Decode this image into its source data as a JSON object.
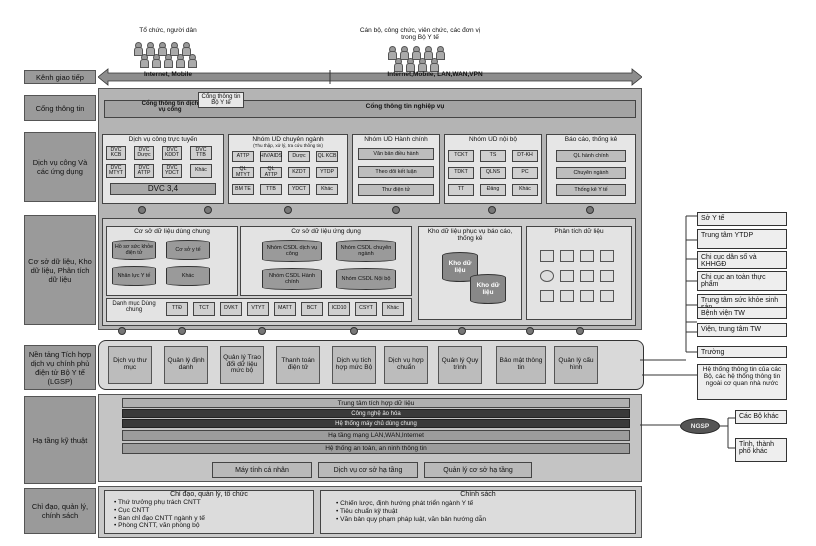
{
  "top": {
    "citizens": "Tổ chức, người dân",
    "staff": "Cán bộ, công chức, viên chức, các đơn vị trong Bộ Y tế"
  },
  "layers": {
    "channel": "Kênh giao tiếp",
    "portal": "Cổng thông tin",
    "services": "Dịch vụ công Và các ứng dụng",
    "data": "Cơ sở dữ liệu, Kho dữ liệu, Phân tích dữ liệu",
    "platform": "Nền tảng Tích hợp dịch vụ chính phủ điện tử Bộ Y tế (LGSP)",
    "infra": "Hạ tầng kỹ thuật",
    "governance": "Chỉ đạo, quản lý, chính sách"
  },
  "channel": {
    "left": "Internet, Mobile",
    "right": "Internet,Mobile, LAN,WAN,VPN"
  },
  "portal": {
    "public": "Cổng thông tin dịch vụ công",
    "bo_yte": "Cổng thông tin Bộ Y tế",
    "business": "Cổng thông tin nghiệp vụ"
  },
  "svc_groups": {
    "online": {
      "title": "Dịch vụ công trực tuyến",
      "chips": [
        "DVC KCB",
        "DVC Dược",
        "DVC KDDT",
        "DVC TTB",
        "DVC MTYT",
        "DVC ATTP",
        "DVC YDCT",
        "Khác"
      ],
      "dvc34": "DVC 3,4"
    },
    "specialized": {
      "title": "Nhóm UD chuyên ngành",
      "subtitle": "(Thu thập, xử lý, tra cứu thông tin)",
      "chips": [
        "ATTP",
        "HIV/AIDS",
        "Dược",
        "QL KCB",
        "QL MTYT",
        "QL ATTP",
        "KZDT",
        "YTDP",
        "BM TE",
        "TTB",
        "YDCT",
        "Khác"
      ]
    },
    "admin": {
      "title": "Nhóm UD Hành chính",
      "items": [
        "Văn bản điều hành",
        "Theo dõi kết luận",
        "Thư điện tử"
      ]
    },
    "internal": {
      "title": "Nhóm UD nội bộ",
      "chips": [
        "TCKT",
        "TS",
        "DT-KH",
        "TDKT",
        "QLNS",
        "PC",
        "TT",
        "Đảng",
        "Khác"
      ]
    },
    "report": {
      "title": "Báo cáo, thống kê",
      "items": [
        "QL hành chính",
        "Chuyên ngành",
        "Thống kê Y tế"
      ]
    }
  },
  "data_section": {
    "shared_db": "Cơ sở dữ liệu dùng chung",
    "shared_items": [
      "Hồ sơ sức khỏe điện tử",
      "Cơ sở y tế",
      "Nhân lực Y tế",
      "Khác"
    ],
    "app_db": "Cơ sở dữ liệu ứng dụng",
    "app_items": [
      "Nhóm CSDL dịch vụ công",
      "Nhóm CSDL chuyên ngành",
      "Nhóm CSDL Hành chính",
      "Nhóm CSDL Nội bộ"
    ],
    "catalog": "Danh mục Dùng chung",
    "catalog_chips": [
      "TTĐ",
      "TCT",
      "DVKT",
      "VTYT",
      "MATT",
      "BCT",
      "ICD10",
      "CSYT",
      "Khác"
    ],
    "warehouse_title": "Kho dữ liệu phục vụ báo cáo, thống kê",
    "warehouse_items": [
      "Kho dữ liệu",
      "Kho dữ liệu"
    ],
    "analysis_title": "Phân tích dữ liệu"
  },
  "platform_services": [
    "Dịch vụ thư mục",
    "Quản lý định danh",
    "Quản lý Trao đổi dữ liệu mức bộ",
    "Thanh toán điện tử",
    "Dịch vụ tích hợp mức Bộ",
    "Dịch vụ hợp chuẩn",
    "Quản lý Quy trình",
    "Bảo mật thông tin",
    "Quản lý cấu hình"
  ],
  "infra": {
    "center": "Trung tâm tích hợp dữ liệu",
    "bars": [
      "Công nghệ ảo hóa",
      "Hệ thống máy chủ dùng chung",
      "Hạ tầng mạng LAN,WAN,Internet",
      "Hệ thống an toàn, an ninh thông tin"
    ],
    "bottom": [
      "Máy tính cá nhân",
      "Dịch vụ cơ sở hạ tầng",
      "Quản lý cơ sở hạ tầng"
    ]
  },
  "governance": {
    "left_title": "Chỉ đạo, quản lý, tổ chức",
    "left_items": [
      "Thứ trưởng phụ trách CNTT",
      "Cục CNTT",
      "Ban chỉ đạo CNTT ngành y tế",
      "Phòng CNTT, văn phòng bộ"
    ],
    "right_title": "Chính sách",
    "right_items": [
      "Chiến lược, định hướng phát triển ngành Y tế",
      "Tiêu chuẩn kỹ thuật",
      "Văn bản quy phạm pháp luật, văn bản hướng dẫn"
    ]
  },
  "right_side": {
    "list": [
      "Sở Y tế",
      "Trung tâm YTDP",
      "Chi cục dân số và KHHGĐ",
      "Chi cục an toàn thực phẩm",
      "Trung tâm sức khỏe sinh sản",
      "Bệnh viện TW",
      "Viện, trung tâm TW",
      "Trường"
    ],
    "external": "Hệ thống thông tin của các Bộ, các hệ thống thông tin ngoài cơ quan nhà nước",
    "ngsp": "NGSP",
    "ngsp_targets": [
      "Các Bộ khác",
      "Tỉnh, thành phố khác"
    ]
  }
}
